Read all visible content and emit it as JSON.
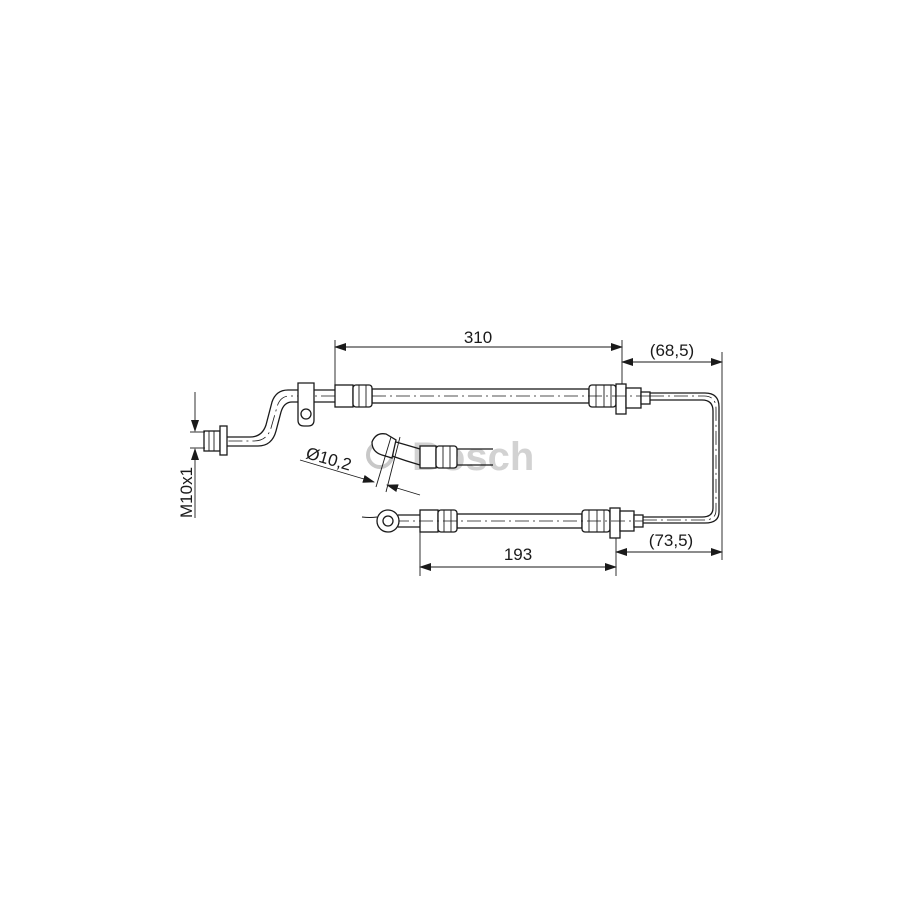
{
  "drawing": {
    "dimensions": {
      "upper_hose_length": "310",
      "upper_offset": "(68,5)",
      "lower_hose_length": "193",
      "lower_offset": "(73,5)",
      "thread": "M10x1",
      "diameter": "Ø10,2"
    },
    "watermark": "Bosch",
    "colors": {
      "line": "#1a1a1a",
      "watermark": "#c8c8c8"
    }
  }
}
